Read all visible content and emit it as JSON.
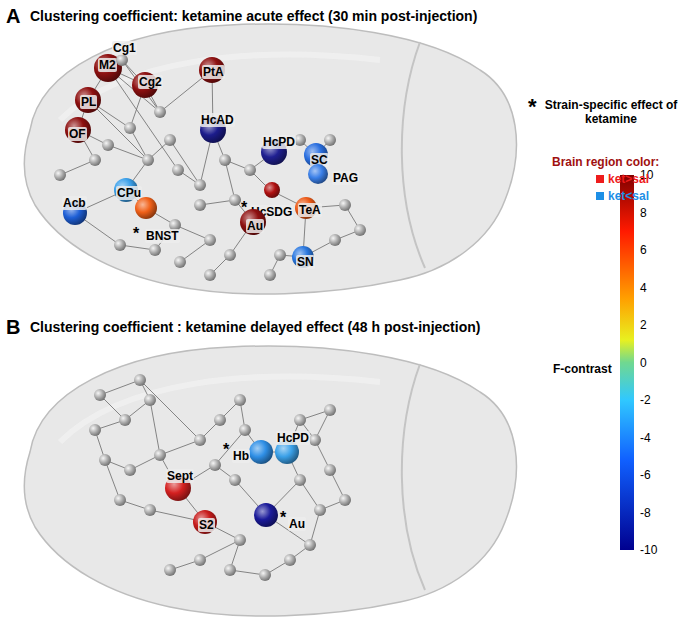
{
  "diagram": {
    "nodes": [
      {
        "text": [
          "M2"
        ]
      },
      {
        "text": [
          "Cg1"
        ]
      },
      {
        "text": [
          "Cg2"
        ]
      },
      {
        "text": [
          "PtA"
        ]
      },
      {
        "text": [
          "PL"
        ]
      },
      {
        "text": [
          "HcAD"
        ]
      },
      {
        "text": [
          "HcPD"
        ]
      },
      {
        "text": [
          "SC"
        ]
      },
      {
        "text": [
          "PAG"
        ]
      },
      {
        "text": [
          "OF"
        ]
      },
      {
        "text": [
          "Acb"
        ]
      },
      {
        "text": [
          "CPu"
        ]
      },
      {
        "text": [
          "HcSDG"
        ]
      },
      {
        "text": [
          "BNST"
        ]
      },
      {
        "text": [
          "TeA"
        ]
      },
      {
        "text": [
          "Au"
        ]
      },
      {
        "text": [
          "SN"
        ]
      },
      {
        "text": [
          "Hb"
        ]
      },
      {
        "text": [
          "HcPD"
        ]
      },
      {
        "text": [
          "Sept"
        ]
      },
      {
        "text": [
          "S2"
        ]
      },
      {
        "text": [
          "Au"
        ]
      }
    ],
    "labels": [
      "A",
      "Clustering coefficient: ketamine acute effect (30 min post-injection)",
      "*",
      "Strain-specific effect of ketamine",
      "Brain region color:",
      "*",
      "*",
      "F-contrast",
      "10",
      "8",
      "6",
      "4",
      "2",
      "0",
      "-2",
      "-4",
      "-6",
      "-8",
      "-10",
      "B",
      "Clustering coefficient : ketamine delayed effect (48 h post-injection)",
      "*",
      "*"
    ],
    "legend": [
      {
        "text": "ket>sal",
        "color": "#ee1c1c"
      },
      {
        "text": "ket<sal",
        "color": "#1e8fe6"
      }
    ]
  }
}
